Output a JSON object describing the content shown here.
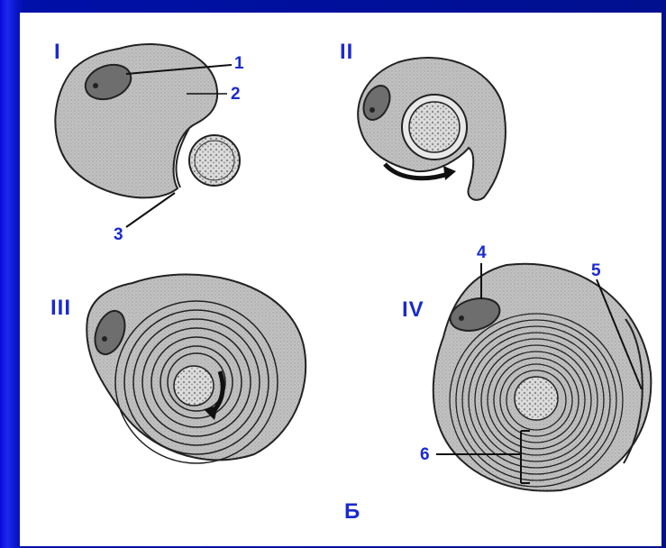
{
  "stage_labels": {
    "I": "I",
    "II": "II",
    "III": "III",
    "IV": "IV"
  },
  "numbers": {
    "n1": "1",
    "n2": "2",
    "n3": "3",
    "n4": "4",
    "n5": "5",
    "n6": "6"
  },
  "caption": "Б",
  "colors": {
    "label_blue": "#1a2ad0",
    "cell_gray": "#bdbdbd",
    "nucleus_gray": "#6e6e6e",
    "outline": "#222222"
  }
}
